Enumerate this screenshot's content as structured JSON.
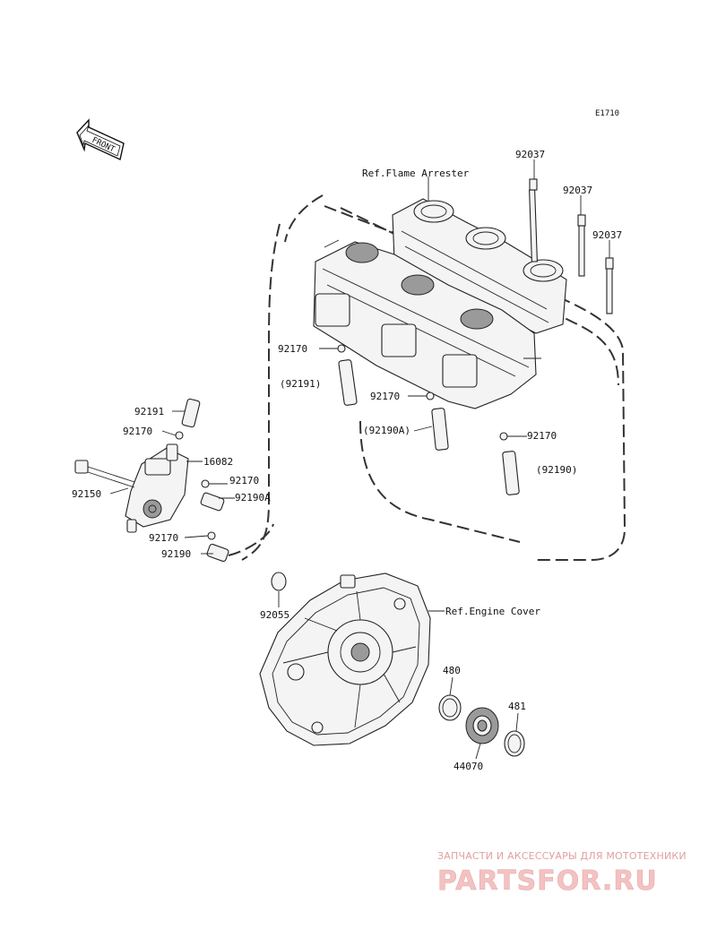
{
  "diagram_code": "E1710",
  "front_arrow_text": "FRONT",
  "refs": {
    "flame_arrester": "Ref.Flame Arrester",
    "engine_cover": "Ref.Engine Cover"
  },
  "part_labels": {
    "p92037a": "92037",
    "p92037b": "92037",
    "p92037c": "92037",
    "p92170a": "92170",
    "p92191p": "(92191)",
    "p92170b": "92170",
    "p92190Ap": "(92190A)",
    "p92170c": "92170",
    "p92190p": "(92190)",
    "p92191": "92191",
    "p92170d": "92170",
    "p16082": "16082",
    "p92150": "92150",
    "p92170e": "92170",
    "p92190A": "92190A",
    "p92170f": "92170",
    "p92190": "92190",
    "p92055": "92055",
    "p480": "480",
    "p481": "481",
    "p44070": "44070"
  },
  "watermark": {
    "tagline": "ЗАПЧАСТИ И АКСЕССУАРЫ ДЛЯ МОТОТЕХНИКИ",
    "logo": "PARTSFOR.RU"
  }
}
